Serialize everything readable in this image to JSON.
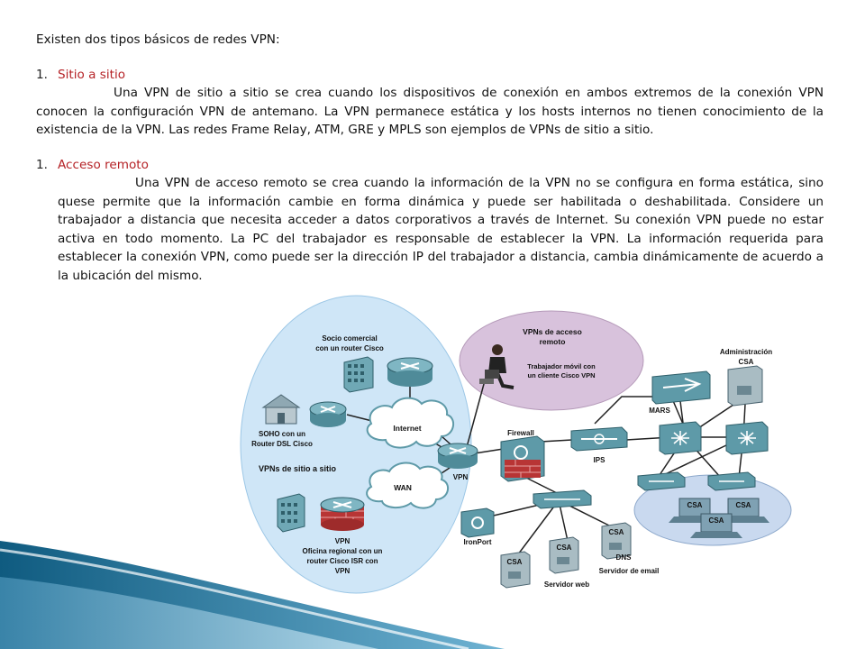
{
  "intro": "Existen dos tipos básicos de redes VPN:",
  "section1": {
    "number": "1.",
    "heading": "Sitio a sitio",
    "body": "Una VPN de sitio a sitio se crea cuando los dispositivos de conexión en ambos extremos de la conexión VPN conocen la configuración VPN de antemano. La VPN permanece estática y los hosts internos no tienen conocimiento de la existencia de la VPN. Las redes Frame Relay, ATM, GRE y MPLS son ejemplos de VPNs de sitio a sitio."
  },
  "section2": {
    "number": "1.",
    "heading": "Acceso remoto",
    "body": "Una VPN de acceso remoto se crea cuando la información de la VPN no se configura en forma estática, sino quese permite que la información cambie en forma dinámica y puede ser habilitada o deshabilitada. Considere un trabajador a distancia que necesita acceder a datos corporativos a través de Internet. Su conexión VPN puede no estar activa en todo momento. La PC del trabajador es responsable de establecer la VPN. La información requerida para establecer la conexión VPN, como puede ser la dirección IP del trabajador a distancia, cambia dinámicamente de acuerdo a la ubicación del mismo."
  },
  "diagram": {
    "socio_l1": "Socio comercial",
    "socio_l2": "con un router Cisco",
    "soho_l1": "SOHO con un",
    "soho_l2": "Router DSL Cisco",
    "vpn_sitio": "VPNs de sitio a sitio",
    "internet": "Internet",
    "wan": "WAN",
    "vpn_center": "VPN",
    "vpn_office": "VPN",
    "oficina_l1": "Oficina regional con un",
    "oficina_l2": "router Cisco ISR con",
    "oficina_l3": "VPN",
    "remote_title_l1": "VPNs de acceso",
    "remote_title_l2": "remoto",
    "remote_desc_l1": "Trabajador móvil con",
    "remote_desc_l2": "un cliente Cisco VPN",
    "firewall": "Firewall",
    "ips": "IPS",
    "mars": "MARS",
    "admin_l1": "Administración",
    "admin_l2": "CSA",
    "csa": "CSA",
    "ironport": "IronPort",
    "dns": "DNS",
    "email": "Servidor de email",
    "web": "Servidor web"
  },
  "colors": {
    "heading": "#b52226",
    "site_bubble": "#cfe6f7",
    "remote_bubble": "#d8c2dc",
    "csa_bubble": "#c9d9ef",
    "device_teal": "#5e9aa8",
    "link_line": "#222222",
    "corner_swoosh": "#1d6d94"
  }
}
